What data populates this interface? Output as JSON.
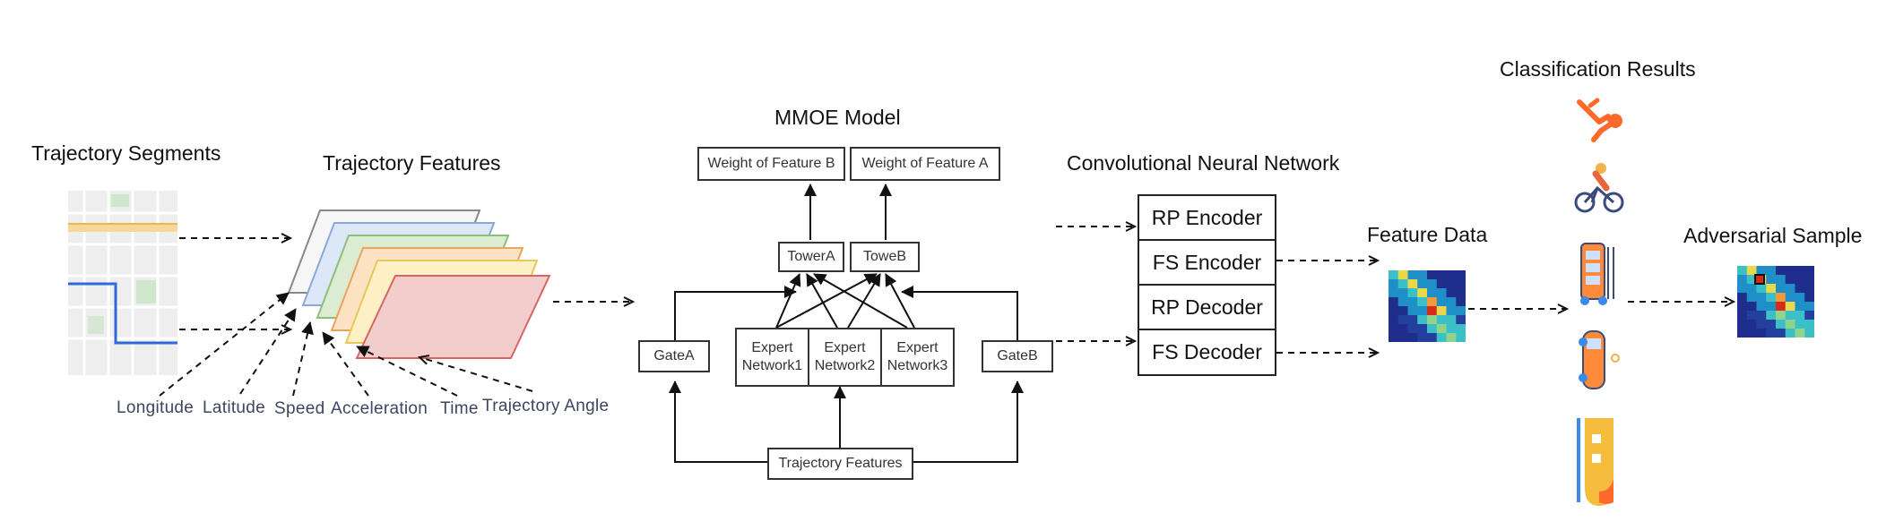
{
  "headings": {
    "trajectory_segments": "Trajectory Segments",
    "trajectory_features": "Trajectory Features",
    "mmoe_model": "MMOE Model",
    "cnn": "Convolutional Neural Network",
    "feature_data": "Feature Data",
    "classification_results": "Classification Results",
    "adversarial_sample": "Adversarial Sample"
  },
  "feature_labels": [
    "Longitude",
    "Latitude",
    "Speed",
    "Acceleration",
    "Time",
    "Trajectory  Angle"
  ],
  "mmoe": {
    "weight_b": "Weight of Feature B",
    "weight_a": "Weight of Feature A",
    "tower_a": "TowerA",
    "tower_b": "ToweB",
    "gate_a": "GateA",
    "gate_b": "GateB",
    "experts": [
      {
        "line1": "Expert",
        "line2": "Network1"
      },
      {
        "line1": "Expert",
        "line2": "Network2"
      },
      {
        "line1": "Expert",
        "line2": "Network3"
      }
    ],
    "input": "Trajectory Features"
  },
  "cnn_blocks": [
    "RP Encoder",
    "FS Encoder",
    "RP Decoder",
    "FS Decoder"
  ],
  "feature_layer_colors": [
    "#f6f6f6",
    "#dce8f8",
    "#dcecd2",
    "#fde3c4",
    "#fdf0c4",
    "#f3cccc"
  ],
  "class_icons": [
    "pedestrian-icon",
    "bicycle-icon",
    "bus-icon",
    "car-icon",
    "train-icon"
  ],
  "colors": {
    "accent_orange": "#ff6a2a",
    "heatmap_dark": "#1f2d8c",
    "heatmap_hot": "#d62a1a"
  }
}
